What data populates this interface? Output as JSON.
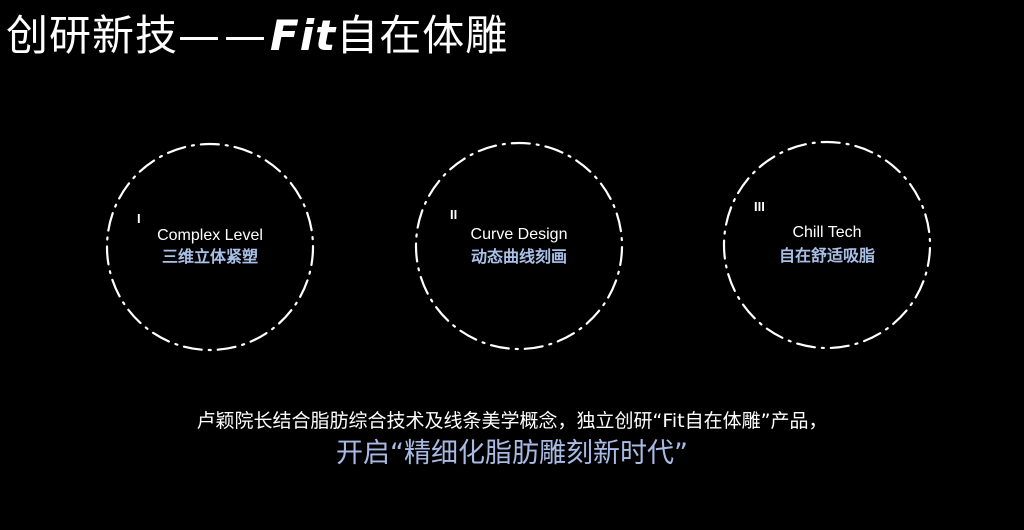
{
  "title": {
    "prefix": "创研新技",
    "dash": "——",
    "brand": "Fit",
    "suffix": "自在体雕"
  },
  "colors": {
    "background": "#000000",
    "accent_blue": "#a9c0e8",
    "ring": "#ffffff"
  },
  "features": [
    {
      "numeral": "I",
      "english": "Complex Level",
      "chinese": "三维立体紧塑",
      "icon": "dash-dot-circle"
    },
    {
      "numeral": "II",
      "english": "Curve Design",
      "chinese": "动态曲线刻画",
      "icon": "dash-dot-circle"
    },
    {
      "numeral": "III",
      "english": "Chill Tech",
      "chinese": "自在舒适吸脂",
      "icon": "dash-dot-circle"
    }
  ],
  "description": {
    "line1": "卢颖院长结合脂肪综合技术及线条美学概念，独立创研“Fit自在体雕”产品，",
    "line2": "开启“精细化脂肪雕刻新时代”"
  }
}
